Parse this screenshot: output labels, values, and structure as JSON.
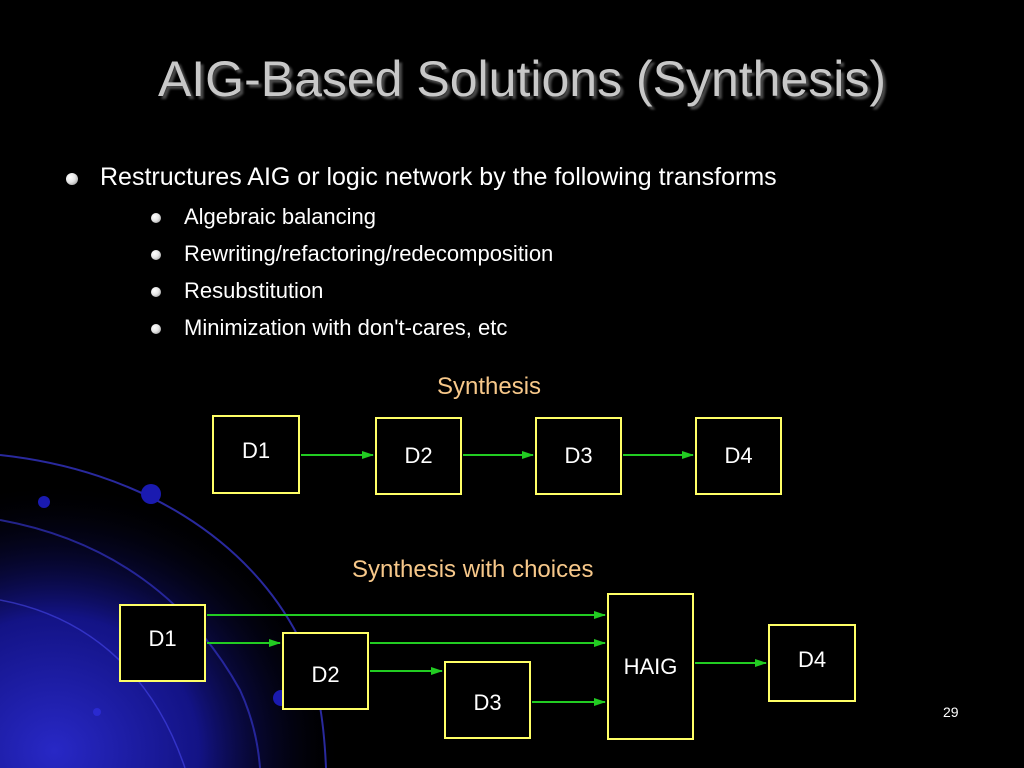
{
  "slide": {
    "title": "AIG-Based Solutions (Synthesis)",
    "bullet_main": "Restructures AIG or logic network by the following transforms",
    "sub_bullets": [
      "Algebraic balancing",
      "Rewriting/refactoring/redecomposition",
      "Resubstitution",
      "Minimization with don't-cares, etc"
    ],
    "page_number": "29"
  },
  "diagram_synthesis": {
    "caption": "Synthesis",
    "boxes": [
      "D1",
      "D2",
      "D3",
      "D4"
    ]
  },
  "diagram_choices": {
    "caption": "Synthesis with choices",
    "boxes": [
      "D1",
      "D2",
      "D3",
      "HAIG",
      "D4"
    ]
  },
  "colors": {
    "background": "#000000",
    "title": "#c8c8c8",
    "caption": "#f7c88a",
    "box_border": "#ffff66",
    "arrow": "#22cc22",
    "swirl": "#1a1aa0"
  }
}
